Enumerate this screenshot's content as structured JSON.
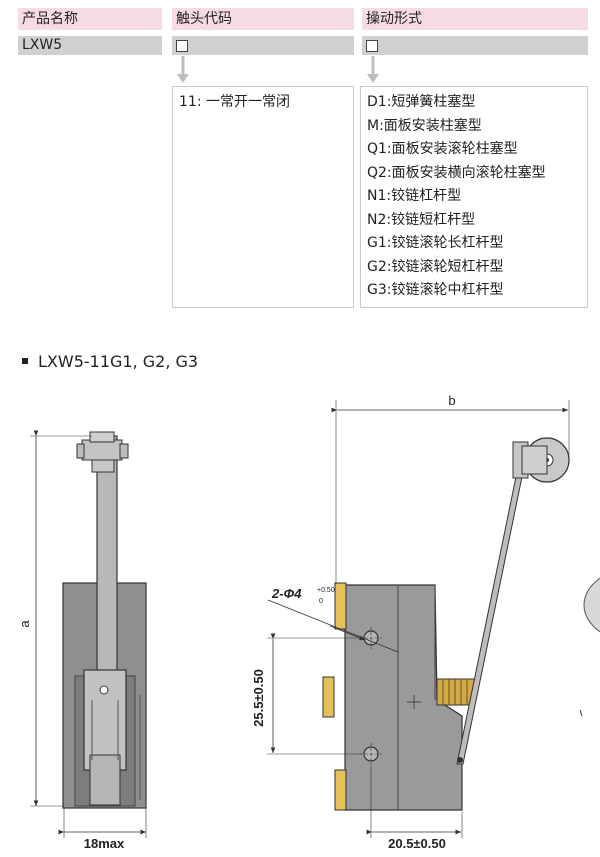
{
  "table": {
    "headers": [
      "产品名称",
      "触头代码",
      "操动形式"
    ],
    "product": "LXW5",
    "contact_code_placeholder": "□",
    "operation_placeholder": "□",
    "contact_options": [
      "11: 一常开一常闭"
    ],
    "operation_options": [
      "D1:短弹簧柱塞型",
      "M:面板安装柱塞型",
      "Q1:面板安装滚轮柱塞型",
      "Q2:面板安装横向滚轮柱塞型",
      "N1:铰链杠杆型",
      "N2:铰链短杠杆型",
      "G1:铰链滚轮长杠杆型",
      "G2:铰链滚轮短杠杆型",
      "G3:铰链滚轮中杠杆型"
    ]
  },
  "section_title": "LXW5-11G1, G2, G3",
  "drawing": {
    "label_a": "a",
    "label_b": "b",
    "width_front": "18max",
    "hole_spec": "2-Φ4",
    "hole_tol_upper": "+0.50",
    "hole_tol_lower": "0",
    "vertical_spacing": "25.5±0.50",
    "horizontal_spacing": "20.5±0.50"
  }
}
